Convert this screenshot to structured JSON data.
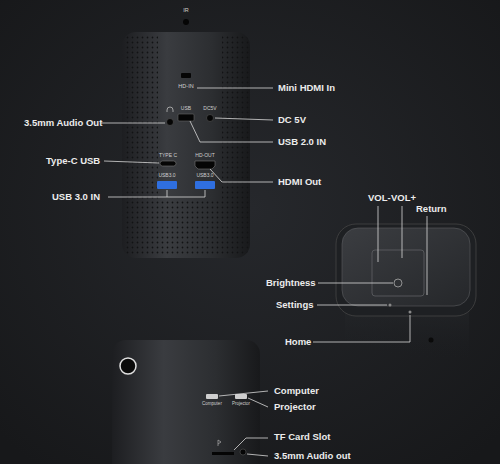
{
  "diagram": {
    "labels": [
      "IR",
      "HD-IN",
      "Mini HDMI In",
      "USB",
      "DC5V",
      "3.5mm Audio Out",
      "DC 5V",
      "USB 2.0 IN",
      "TYPE C",
      "HD-OUT",
      "Type-C USB",
      "HDMI Out",
      "USB3.0",
      "USB3.0",
      "USB 3.0 IN",
      "VOL-",
      "VOL+",
      "Return",
      "Brightness",
      "Settings",
      "Home",
      "Computer",
      "Projector",
      "Computer",
      "Projector",
      "TF Card Slot",
      "3.5mm Audio out"
    ]
  }
}
